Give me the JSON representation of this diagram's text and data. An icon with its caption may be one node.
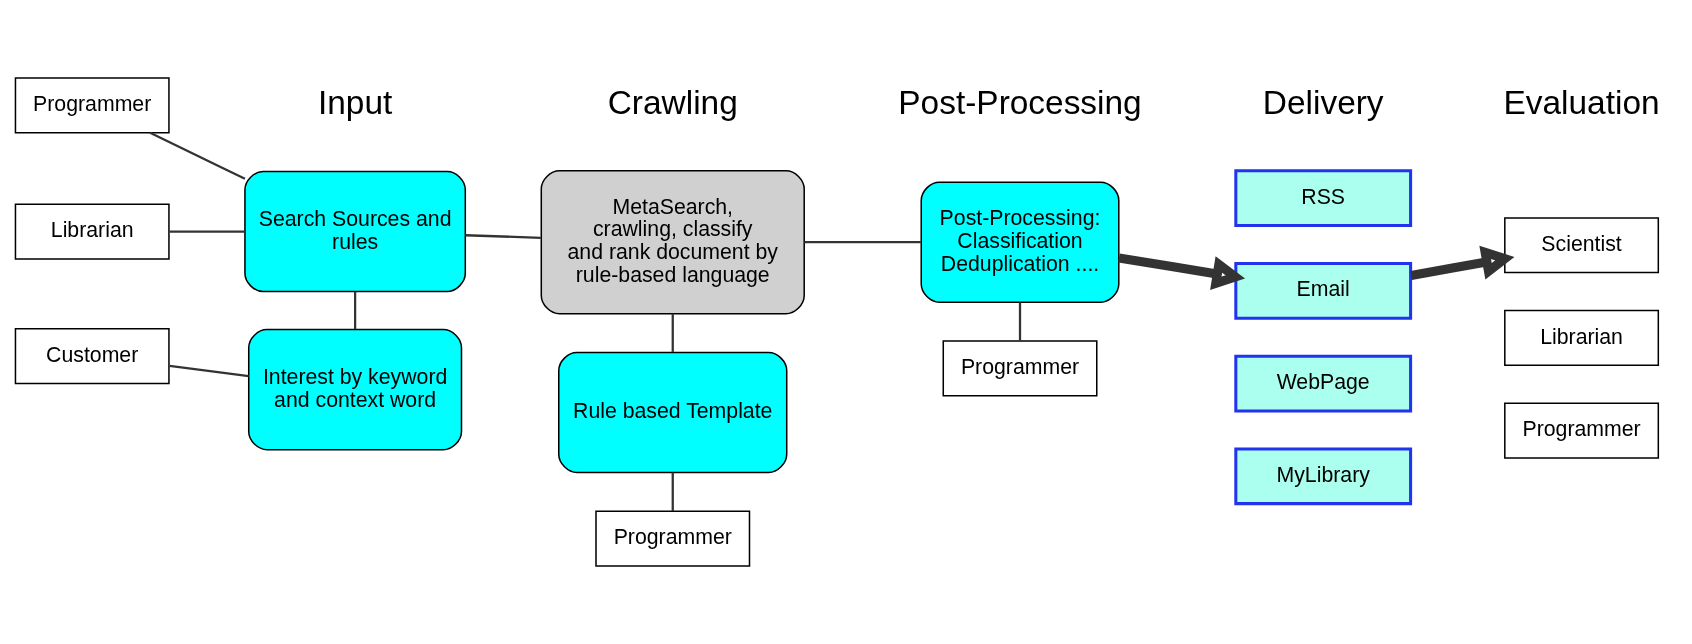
{
  "diagram": {
    "nodes": [
      {
        "text": [
          "Programmer"
        ]
      },
      {
        "text": [
          "Librarian"
        ]
      },
      {
        "text": [
          "Search Sources and rules"
        ]
      },
      {
        "text": [
          "Customer"
        ]
      },
      {
        "text": [
          "Interest by keyword and context word"
        ]
      },
      {
        "text": [
          "MetaSearch, crawling, classify and rank document by rule-based language"
        ]
      },
      {
        "text": [
          "Rule based Template"
        ]
      },
      {
        "text": [
          "Programmer"
        ]
      },
      {
        "text": [
          "Post-Processing: Classification Deduplication ...."
        ]
      },
      {
        "text": [
          "Programmer"
        ]
      },
      {
        "text": [
          "RSS"
        ]
      },
      {
        "text": [
          "Email"
        ]
      },
      {
        "text": [
          "WebPage"
        ]
      },
      {
        "text": [
          "MyLibrary"
        ]
      },
      {
        "text": [
          "Scientist"
        ]
      },
      {
        "text": [
          "Librarian"
        ]
      },
      {
        "text": [
          "Programmer"
        ]
      }
    ],
    "edges": [
      {
        "from": 0,
        "to": 2,
        "arrow": "none"
      },
      {
        "from": 1,
        "to": 2,
        "arrow": "none"
      },
      {
        "from": 2,
        "to": 4,
        "arrow": "none"
      },
      {
        "from": 3,
        "to": 4,
        "arrow": "none"
      },
      {
        "from": 2,
        "to": 5,
        "arrow": "none"
      },
      {
        "from": 5,
        "to": 6,
        "arrow": "none"
      },
      {
        "from": 6,
        "to": 7,
        "arrow": "none"
      },
      {
        "from": 5,
        "to": 8,
        "arrow": "none"
      },
      {
        "from": 8,
        "to": 9,
        "arrow": "none"
      },
      {
        "from": 8,
        "to": 11,
        "arrow": "to",
        "style": "thick"
      },
      {
        "from": 11,
        "to": 14,
        "arrow": "to",
        "style": "thick"
      }
    ],
    "labels": [
      "Input",
      "Crawling",
      "Post-Processing",
      "Delivery",
      "Evaluation"
    ]
  }
}
